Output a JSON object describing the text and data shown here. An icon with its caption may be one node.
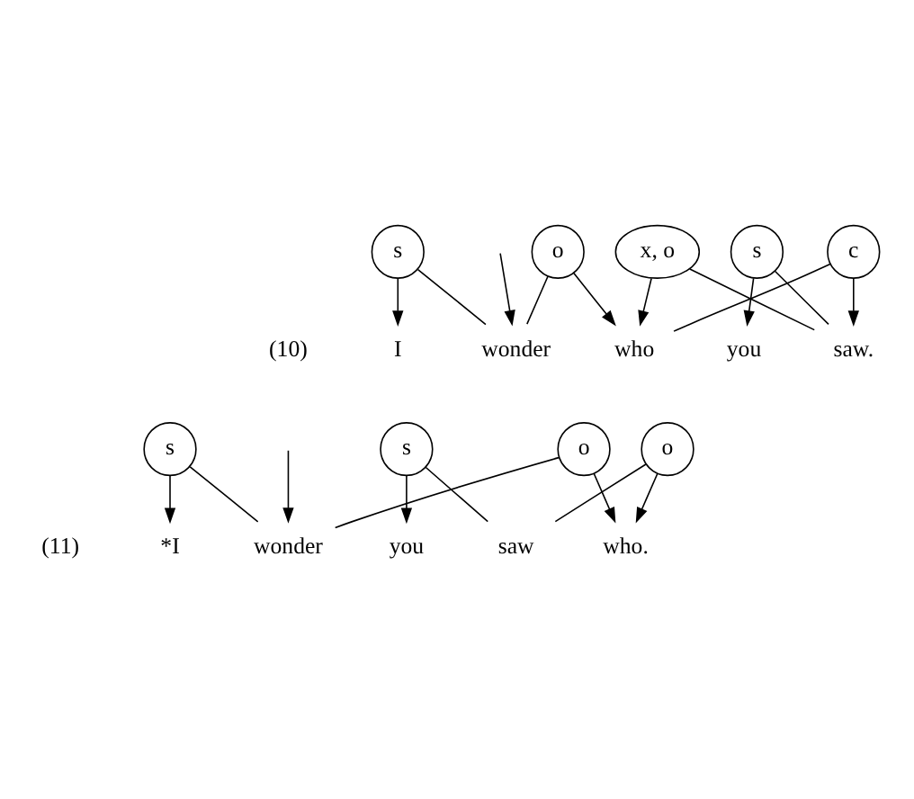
{
  "diagram": {
    "nodes": [
      {
        "text": [
          "c"
        ]
      },
      {
        "text": [
          "s"
        ]
      },
      {
        "text": [
          "o"
        ]
      },
      {
        "text": [
          "s"
        ]
      },
      {
        "text": [
          "I"
        ]
      },
      {
        "text": [
          "wonder"
        ]
      },
      {
        "text": [
          "who"
        ]
      },
      {
        "text": [
          "you"
        ]
      },
      {
        "text": [
          "saw."
        ]
      },
      {
        "text": [
          "x, o"
        ]
      },
      {
        "text": [
          "o"
        ]
      },
      {
        "text": [
          "s"
        ]
      },
      {
        "text": [
          "s"
        ]
      },
      {
        "text": [
          "o"
        ]
      },
      {
        "text": [
          "*I"
        ]
      },
      {
        "text": [
          "wonder"
        ]
      },
      {
        "text": [
          "you"
        ]
      },
      {
        "text": [
          "saw"
        ]
      },
      {
        "text": [
          "who."
        ]
      }
    ],
    "edges": [
      {
        "from": null,
        "to": 5,
        "arrow": "to"
      },
      {
        "from": 5,
        "to": 1,
        "arrow": "none"
      },
      {
        "from": 1,
        "to": 4,
        "arrow": "to"
      },
      {
        "from": 5,
        "to": 2,
        "arrow": "none"
      },
      {
        "from": 2,
        "to": 6,
        "arrow": "to"
      },
      {
        "from": 6,
        "to": 0,
        "arrow": "none"
      },
      {
        "from": 0,
        "to": 8,
        "arrow": "to"
      },
      {
        "from": 8,
        "to": 3,
        "arrow": "none"
      },
      {
        "from": 3,
        "to": 7,
        "arrow": "to"
      },
      {
        "from": 8,
        "to": 9,
        "arrow": "none"
      },
      {
        "from": 9,
        "to": 6,
        "arrow": "to"
      },
      {
        "from": null,
        "to": 15,
        "arrow": "to"
      },
      {
        "from": 15,
        "to": 11,
        "arrow": "none"
      },
      {
        "from": 11,
        "to": 14,
        "arrow": "to"
      },
      {
        "from": 15,
        "to": 10,
        "arrow": "none"
      },
      {
        "from": 10,
        "to": 18,
        "arrow": "to"
      },
      {
        "from": 17,
        "to": 12,
        "arrow": "none"
      },
      {
        "from": 12,
        "to": 16,
        "arrow": "to"
      },
      {
        "from": 17,
        "to": 13,
        "arrow": "none"
      },
      {
        "from": 13,
        "to": 18,
        "arrow": "to"
      }
    ],
    "labels": [
      "(10)",
      "(11)"
    ]
  }
}
